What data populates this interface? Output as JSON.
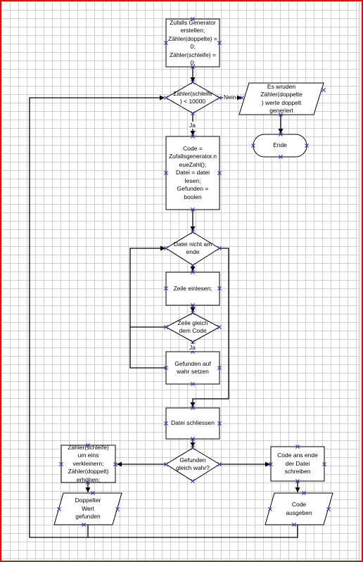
{
  "nodes": {
    "init": "Zufalls Generator\nerstellen;\nZähler(doppelte) =\n0;\nZähler(schleife) =\n0;",
    "loop_cond": "Zähler(schleife\n) < 10000",
    "msg_output": "Es wruden\nZähler(doppelte\n) werte doppelt\ngeneriert",
    "end": "Ende",
    "code_block": "Code =\nZufallsgenerator.n\neueZahl();\nDatei = datei\nlesen;\nGefunden =\nboolen",
    "file_cond": "Datei nicht am\nende",
    "read_line": "Zeile einlesen;",
    "line_cond": "Zeile gleich\ndem Code",
    "set_found": "Gefunden auf\nwahr setzen",
    "close_file": "Datei schliessen",
    "found_cond": "Gefunden\ngleich wahr?",
    "counters": "Zähler(schleife)\num eins\nverkleinern;\nZähler(doppelt)\nerhöhen;",
    "dup_found": "Doppelter\nWert\ngefunden",
    "write_code": "Code ans ende\nder Datei\nschreiben",
    "output_code": "Code\nausgeben"
  },
  "edge_labels": {
    "no": "Nein",
    "yes": "Ja",
    "yes2": "Ja"
  },
  "colors": {
    "border": "#e01010",
    "grid": "#cfcfcf",
    "connection_marker": "#2b35c8"
  }
}
